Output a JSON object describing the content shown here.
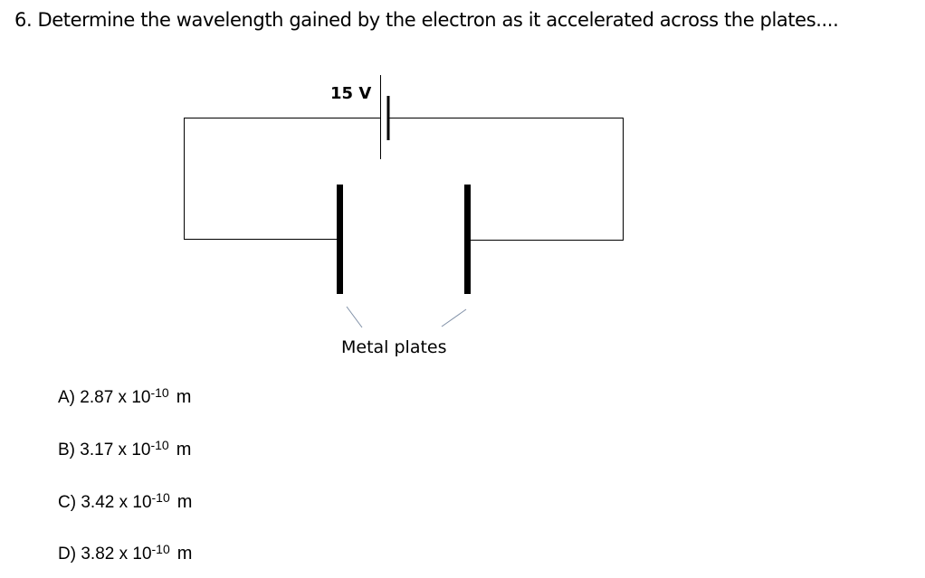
{
  "question": {
    "title": "6. Determine the wavelength gained by the electron as it accelerated across the plates...."
  },
  "diagram": {
    "battery_label": "15 V",
    "plates_label": "Metal plates"
  },
  "answers": [
    {
      "letter": "A)",
      "mantissa": "2.87 x 10",
      "exponent": "-10",
      "unit": "m"
    },
    {
      "letter": "B)",
      "mantissa": "3.17 x 10",
      "exponent": "-10",
      "unit": "m"
    },
    {
      "letter": "C)",
      "mantissa": "3.42 x 10",
      "exponent": "-10",
      "unit": "m"
    },
    {
      "letter": "D)",
      "mantissa": "3.82 x 10",
      "exponent": "-10",
      "unit": "m"
    }
  ]
}
